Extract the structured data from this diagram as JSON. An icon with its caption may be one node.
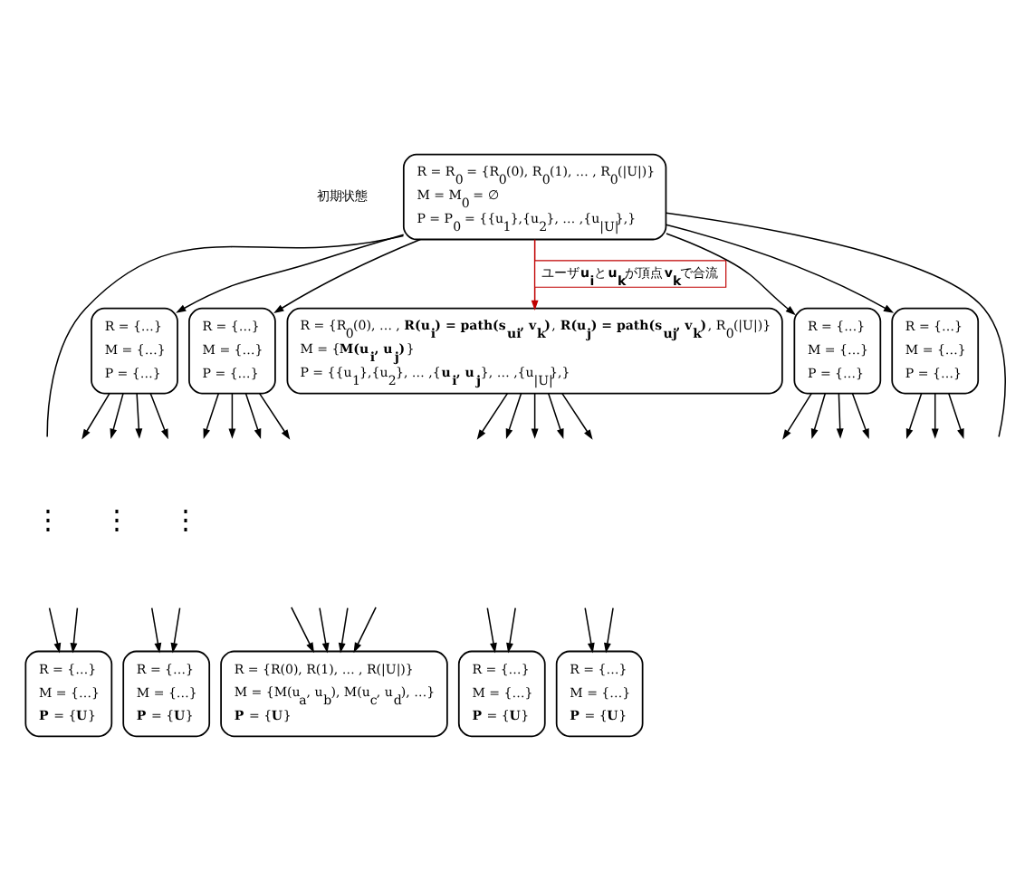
{
  "diagram": {
    "nodes": [
      {
        "text": [
          "R = R$_{0}$ = {R$_{0}$(0), R$_{0}$(1), … , R$_{0}$(|U|)}",
          "M = M$_{0}$ = ∅",
          "P = P$_{0}$ = {{u$_{1}$},{u$_{2}$}, … ,{u$_{|U|}$},}"
        ],
        "beside": [
          "初期状態"
        ]
      },
      {
        "text": [
          "R = {…}",
          "M = {…}",
          "P = {…}"
        ]
      },
      {
        "text": [
          "R = {…}",
          "M = {…}",
          "P = {…}"
        ]
      },
      {
        "text": [
          "R = {R$_{0}$(0), … , **R(u$_{i}$) = path(s$_{ui}$, v$_{k}$)**, **R(u$_{j}$) = path(s$_{uj}$, v$_{k}$)**, R$_{0}$(|U|)}",
          "M = {**M(u$_{i}$, u$_{j}$)**}",
          "P = {{u$_{1}$},{u$_{2}$}, … ,{**u$_{i}$, u$_{j}$**}, … ,{u$_{|U|}$},}"
        ]
      },
      {
        "text": [
          "R = {…}",
          "M = {…}",
          "P = {…}"
        ]
      },
      {
        "text": [
          "R = {…}",
          "M = {…}",
          "P = {…}"
        ]
      },
      {
        "text": [
          "R = {…}",
          "M = {…}",
          "**P** = {**U**}"
        ]
      },
      {
        "text": [
          "R = {…}",
          "M = {…}",
          "**P** = {**U**}"
        ]
      },
      {
        "text": [
          "R = {R(0), R(1), … , R(|U|)}",
          "M = {M(u$_{a}$, u$_{b}$), M(u$_{c}$, u$_{d}$), …}",
          "**P** = {**U**}"
        ]
      },
      {
        "text": [
          "R = {…}",
          "M = {…}",
          "**P** = {**U**}"
        ]
      },
      {
        "text": [
          "R = {…}",
          "M = {…}",
          "**P** = {**U**}"
        ]
      }
    ],
    "edges": [
      {
        "from": 0,
        "to": null,
        "arrow": "none"
      },
      {
        "from": 0,
        "to": 1,
        "arrow": "to"
      },
      {
        "from": 0,
        "to": 2,
        "arrow": "to"
      },
      {
        "from": 0,
        "to": 3,
        "arrow": "to",
        "label": "ユーザ**u$_{i}$**と**u$_{k}$**が頂点**v$_{k}$**で合流",
        "color": "#c00000"
      },
      {
        "from": 0,
        "to": 4,
        "arrow": "to"
      },
      {
        "from": 0,
        "to": 5,
        "arrow": "to"
      },
      {
        "from": 0,
        "to": null,
        "arrow": "none"
      },
      {
        "from": 1,
        "to": null,
        "arrow": "to"
      },
      {
        "from": 1,
        "to": null,
        "arrow": "to"
      },
      {
        "from": 1,
        "to": null,
        "arrow": "to"
      },
      {
        "from": 1,
        "to": null,
        "arrow": "to"
      },
      {
        "from": 2,
        "to": null,
        "arrow": "to"
      },
      {
        "from": 2,
        "to": null,
        "arrow": "to"
      },
      {
        "from": 2,
        "to": null,
        "arrow": "to"
      },
      {
        "from": 2,
        "to": null,
        "arrow": "to"
      },
      {
        "from": 3,
        "to": null,
        "arrow": "to"
      },
      {
        "from": 3,
        "to": null,
        "arrow": "to"
      },
      {
        "from": 3,
        "to": null,
        "arrow": "to"
      },
      {
        "from": 3,
        "to": null,
        "arrow": "to"
      },
      {
        "from": 3,
        "to": null,
        "arrow": "to"
      },
      {
        "from": 4,
        "to": null,
        "arrow": "to"
      },
      {
        "from": 4,
        "to": null,
        "arrow": "to"
      },
      {
        "from": 4,
        "to": null,
        "arrow": "to"
      },
      {
        "from": 4,
        "to": null,
        "arrow": "to"
      },
      {
        "from": 5,
        "to": null,
        "arrow": "to"
      },
      {
        "from": 5,
        "to": null,
        "arrow": "to"
      },
      {
        "from": 5,
        "to": null,
        "arrow": "to"
      },
      {
        "from": null,
        "to": 6,
        "arrow": "to"
      },
      {
        "from": null,
        "to": 6,
        "arrow": "to"
      },
      {
        "from": null,
        "to": 7,
        "arrow": "to"
      },
      {
        "from": null,
        "to": 7,
        "arrow": "to"
      },
      {
        "from": null,
        "to": 8,
        "arrow": "to"
      },
      {
        "from": null,
        "to": 8,
        "arrow": "to"
      },
      {
        "from": null,
        "to": 8,
        "arrow": "to"
      },
      {
        "from": null,
        "to": 8,
        "arrow": "to"
      },
      {
        "from": null,
        "to": 9,
        "arrow": "to"
      },
      {
        "from": null,
        "to": 9,
        "arrow": "to"
      },
      {
        "from": null,
        "to": 10,
        "arrow": "to"
      },
      {
        "from": null,
        "to": 10,
        "arrow": "to"
      }
    ],
    "labels": [
      "⋮",
      "⋮",
      "⋮"
    ]
  }
}
